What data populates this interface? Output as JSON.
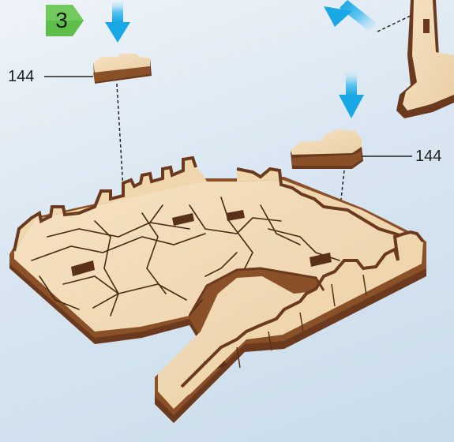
{
  "step": {
    "number": "3"
  },
  "callouts": [
    {
      "label": "144"
    },
    {
      "label": "144"
    }
  ],
  "colors": {
    "background": "#d9e6f1",
    "step_badge": "#5fbe4a",
    "arrow": "#19a8e6",
    "wood_light": "#f3dcb8",
    "wood_dark": "#6b3a1e",
    "crack": "#4a2a14"
  }
}
